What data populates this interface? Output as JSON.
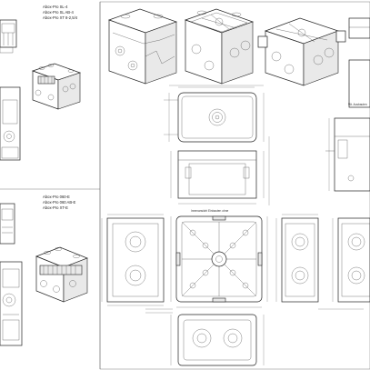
{
  "sheet": {
    "series_a": {
      "lines": [
        "Abox-Pro SL-4",
        "Abox-Pro SL AB-4",
        "Abox-Pro XT 8-2,5/4"
      ]
    },
    "series_b": {
      "lines": [
        "Abox-Pro 060-E",
        "Abox-Pro 060 AB-E",
        "Abox-Pro XT-E"
      ]
    },
    "view_labels": {
      "inner_view": "Innenansicht Einbauten ohne",
      "mount_assembly": "Wt. Ausbauten"
    },
    "colors": {
      "line": "#222222",
      "background": "#ffffff"
    }
  }
}
